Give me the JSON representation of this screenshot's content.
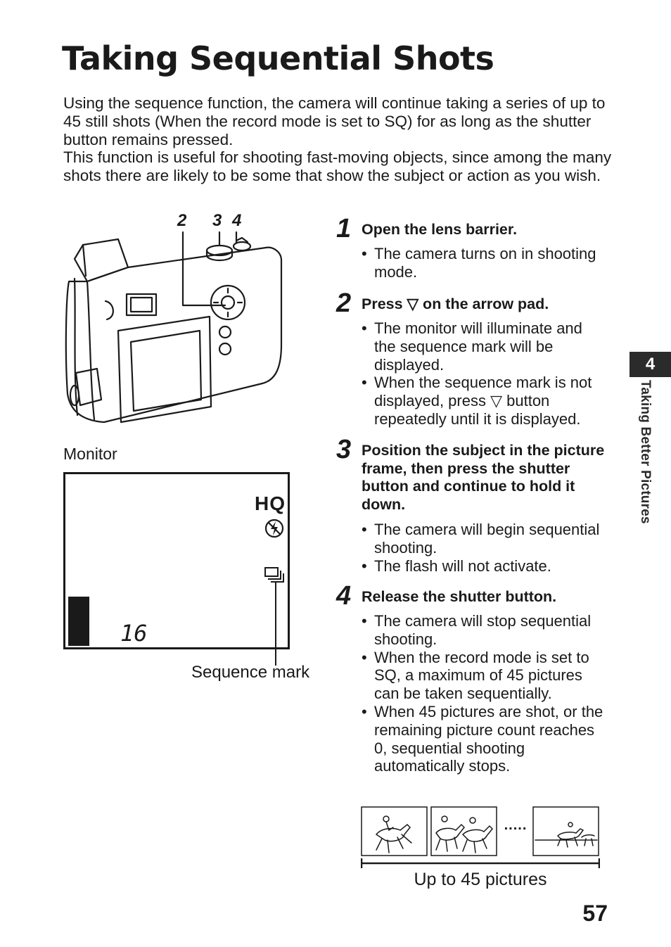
{
  "page": {
    "title": "Taking Sequential Shots",
    "intro": [
      "Using the sequence function, the camera will continue taking a series of up to 45 still shots (When the record mode is set to SQ) for as long as the shutter button remains pressed.",
      "This function is useful for shooting fast-moving objects, since among the many shots there are likely to be some that show the subject or action as you wish."
    ],
    "page_number": "57",
    "side_tab": {
      "number": "4",
      "label": "Taking Better Pictures"
    }
  },
  "illustration": {
    "callouts": [
      "2",
      "3",
      "4"
    ],
    "monitor_label": "Monitor",
    "monitor": {
      "quality": "HQ",
      "frame_count": "16",
      "flash_icon": "flash-off-icon",
      "sequence_icon": "sequence-icon"
    },
    "sequence_mark_label": "Sequence mark"
  },
  "steps": [
    {
      "num": "1",
      "title": "Open the lens barrier.",
      "bullets": [
        "The camera turns on in shooting mode."
      ]
    },
    {
      "num": "2",
      "title": "Press ▽ on the arrow pad.",
      "bullets": [
        "The monitor will illuminate and the sequence mark will be displayed.",
        "When the sequence mark is not displayed, press ▽ button repeatedly until it is displayed."
      ]
    },
    {
      "num": "3",
      "title": "Position the subject in the picture frame, then press the shutter button and continue to hold it down.",
      "bullets": [
        "The camera will begin sequential shooting.",
        "The flash will not activate."
      ]
    },
    {
      "num": "4",
      "title": "Release the shutter button.",
      "bullets": [
        "The camera will stop sequential shooting.",
        "When the record mode is set to SQ, a maximum of 45 pictures can be taken sequentially.",
        "When 45 pictures are shot, or the remaining picture count reaches 0, sequential shooting automatically stops."
      ]
    }
  ],
  "sequence_strip": {
    "dots": ".....",
    "caption": "Up to 45 pictures"
  }
}
